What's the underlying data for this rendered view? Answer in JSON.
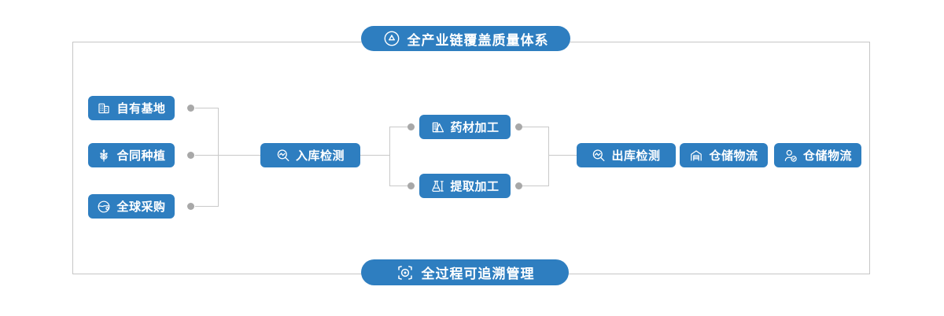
{
  "colors": {
    "primary": "#2e7ec0",
    "connector_line": "#c9c9c9",
    "connector_dot": "#a8a8a8",
    "frame_border": "#c6c6c6",
    "text": "#ffffff"
  },
  "banners": {
    "top": {
      "label": "全产业链覆盖质量体系",
      "icon": "quality-badge-icon"
    },
    "bottom": {
      "label": "全过程可追溯管理",
      "icon": "trace-scan-icon"
    }
  },
  "nodes": {
    "sources": [
      {
        "label": "自有基地",
        "icon": "building-icon"
      },
      {
        "label": "合同种植",
        "icon": "plant-icon"
      },
      {
        "label": "全球采购",
        "icon": "globe-icon"
      }
    ],
    "inbound": {
      "label": "入库检测",
      "icon": "inspect-magnifier-icon"
    },
    "processing": [
      {
        "label": "药材加工",
        "icon": "herb-processing-icon"
      },
      {
        "label": "提取加工",
        "icon": "flask-icon"
      }
    ],
    "outbound": {
      "label": "出库检测",
      "icon": "inspect-magnifier-icon"
    },
    "logistics": [
      {
        "label": "仓储物流",
        "icon": "warehouse-icon"
      },
      {
        "label": "仓储物流",
        "icon": "person-check-icon"
      }
    ]
  }
}
